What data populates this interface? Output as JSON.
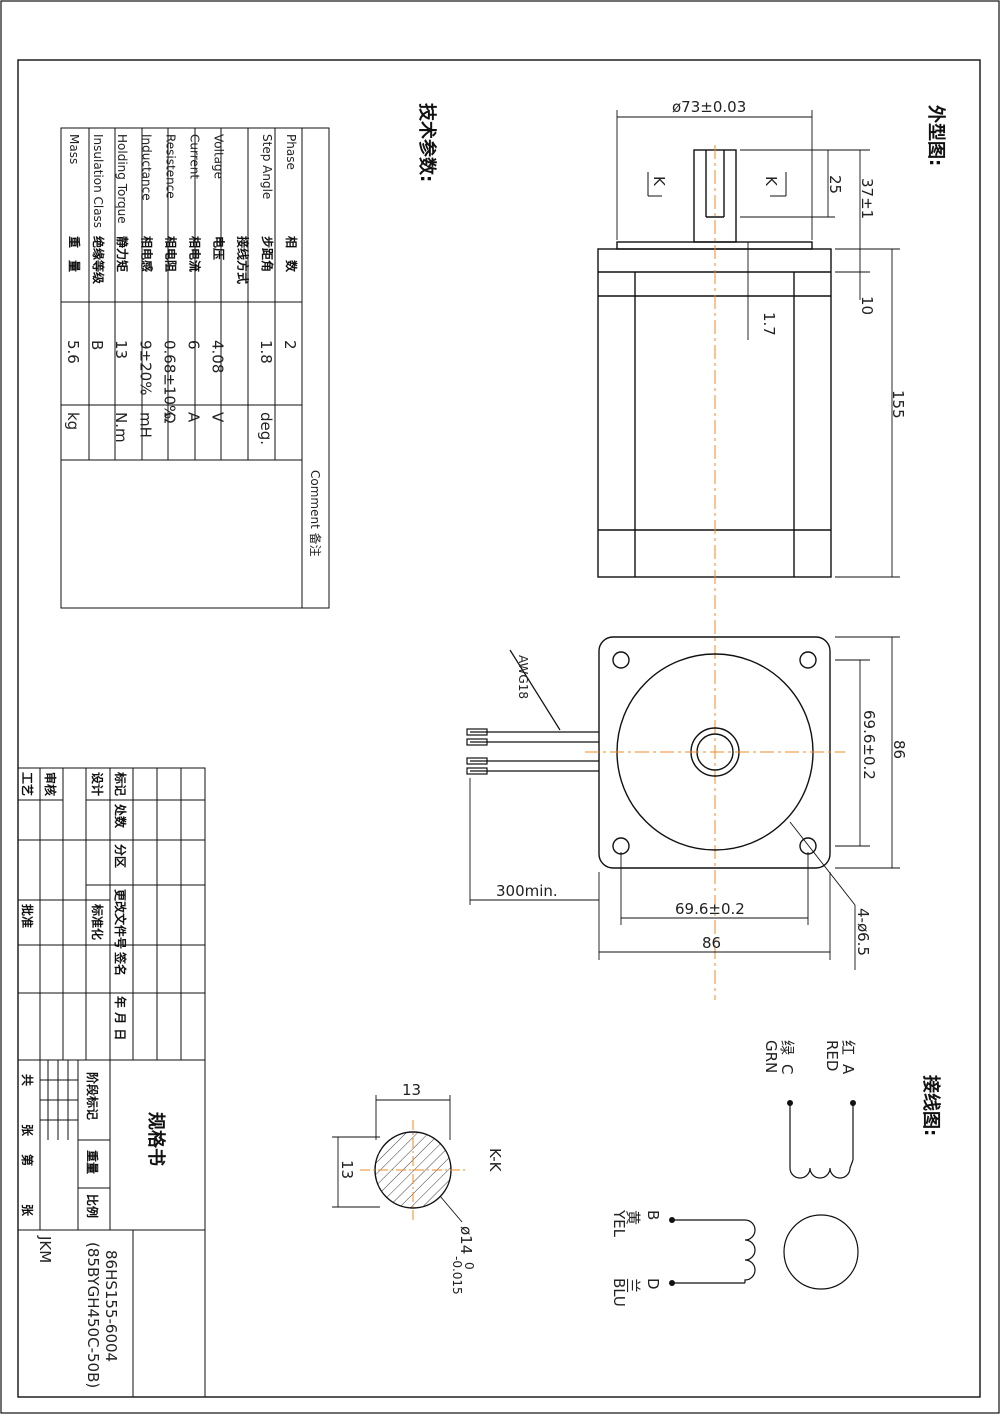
{
  "sections": {
    "outline": "外型图:",
    "tech": "技术参数:",
    "wiring": "接线图:"
  },
  "params": [
    {
      "en": "Phase",
      "cn": "相　数",
      "value": "2",
      "unit": ""
    },
    {
      "en": "Step Angle",
      "cn": "步距角",
      "value": "1.8",
      "unit": "deg."
    },
    {
      "en": "",
      "cn": "接线方式",
      "value": "",
      "unit": ""
    },
    {
      "en": "Voltage",
      "cn": "电压",
      "value": "4.08",
      "unit": "V"
    },
    {
      "en": "Current",
      "cn": "相电流",
      "value": "6",
      "unit": "A"
    },
    {
      "en": "Resistence",
      "cn": "相电阻",
      "value": "0.68±10%",
      "unit": "Ω"
    },
    {
      "en": "Inductance",
      "cn": "相电感",
      "value": "9±20%",
      "unit": "mH"
    },
    {
      "en": "Holding Torque",
      "cn": "静力矩",
      "value": "13",
      "unit": "N.m"
    },
    {
      "en": "Insulation Class",
      "cn": "绝缘等级",
      "value": "B",
      "unit": ""
    },
    {
      "en": "Mass",
      "cn": "重　量",
      "value": "5.6",
      "unit": "kg"
    }
  ],
  "comment_label": "Comment 备注",
  "dims": {
    "d73": "ø73±0.03",
    "d25": "25",
    "d37": "37±1",
    "d10": "10",
    "d17": "1.7",
    "d155": "155",
    "d86v": "86",
    "d696v": "69.6±0.2",
    "d696h": "69.6±0.2",
    "d86h": "86",
    "holes": "4-ø6.5",
    "lead": "300min.",
    "awg": "AWG18",
    "k": "K",
    "kk": "K-K",
    "s13w": "13",
    "s13h": "13",
    "shaft_d": "ø14",
    "shaft_tol_up": "0",
    "shaft_tol_lo": "-0.015"
  },
  "wiring": {
    "a_cn": "红",
    "a_en": "RED",
    "a_pin": "A",
    "c_cn": "绿",
    "c_en": "GRN",
    "c_pin": "C",
    "b_cn": "黄",
    "b_en": "YEL",
    "b_pin": "B",
    "d_cn": "兰",
    "d_en": "BLU",
    "d_pin": "D"
  },
  "title_block": {
    "rev_headers": [
      "标记",
      "处数",
      "分区",
      "更改文件号",
      "签名",
      "年 月 日"
    ],
    "design": "设计",
    "standard": "标准化",
    "review": "审核",
    "process": "工艺",
    "approve": "批准",
    "spec_title": "规格书",
    "stage": "阶段标记",
    "weight": "重量",
    "scale": "比例",
    "sheets": [
      "共",
      "张",
      "第",
      "张"
    ],
    "model": "86HS155-6004",
    "alt_model": "(85BYGH450C-50B)",
    "brand": "JKM"
  },
  "colors": {
    "centerline": "#f08a24",
    "line": "#111111"
  }
}
